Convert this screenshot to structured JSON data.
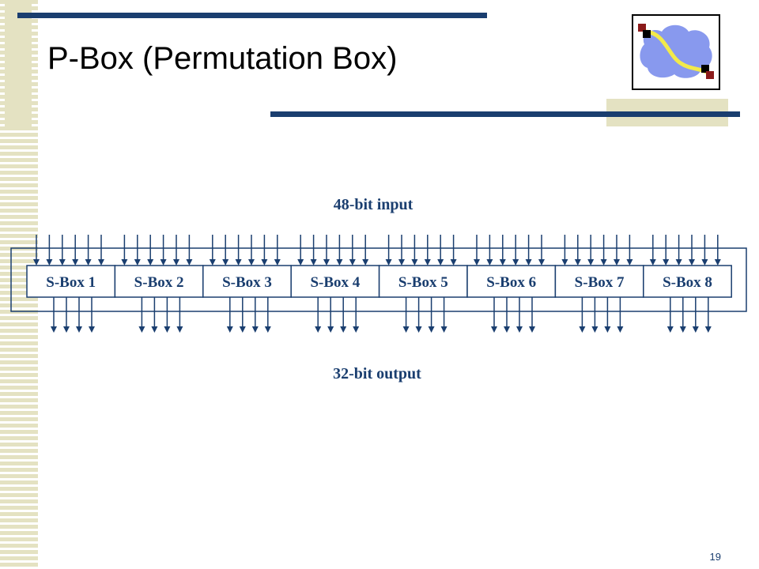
{
  "slide": {
    "title": "P-Box (Permutation Box)",
    "page_number": "19"
  },
  "diagram": {
    "input_label": "48-bit input",
    "output_label": "32-bit output",
    "boxes": [
      "S-Box 1",
      "S-Box 2",
      "S-Box 3",
      "S-Box 4",
      "S-Box 5",
      "S-Box 6",
      "S-Box 7",
      "S-Box 8"
    ],
    "inputs_per_box": 6,
    "outputs_per_box": 4
  },
  "colors": {
    "navy": "#1a3e6f",
    "accent": "#e4e2c2",
    "logo_blob": "#8899ee",
    "logo_path": "#f2ea4a",
    "logo_marker": "#8b1a1a"
  },
  "icons": {
    "logo": "network-cloud-icon"
  }
}
